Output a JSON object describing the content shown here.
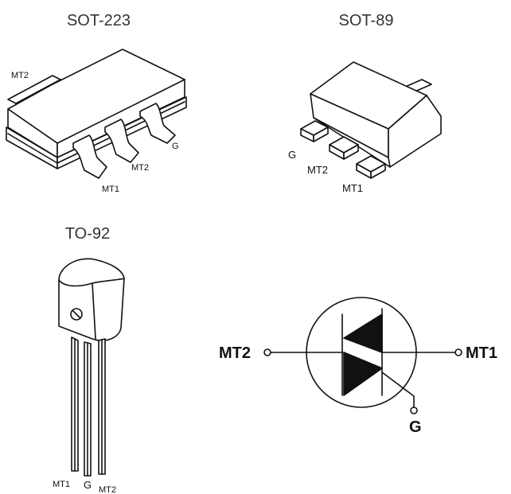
{
  "sot223": {
    "title": "SOT-223",
    "pins": {
      "mt2_tab": "MT2",
      "mt1": "MT1",
      "mt2": "MT2",
      "g": "G"
    }
  },
  "sot89": {
    "title": "SOT-89",
    "pins": {
      "g": "G",
      "mt2": "MT2",
      "mt1": "MT1"
    }
  },
  "to92": {
    "title": "TO-92",
    "pins": {
      "mt1": "MT1",
      "g": "G",
      "mt2": "MT2"
    }
  },
  "symbol": {
    "left": "MT2",
    "right": "MT1",
    "gate": "G"
  },
  "colors": {
    "ink": "#111111",
    "title": "#333333",
    "background": "#ffffff"
  }
}
